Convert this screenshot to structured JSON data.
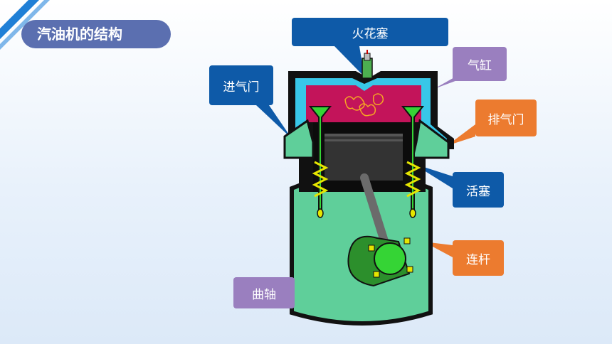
{
  "title": "汽油机的结构",
  "labels": {
    "spark_plug": "火花塞",
    "cylinder": "气缸",
    "intake_valve": "进气门",
    "exhaust_valve": "排气门",
    "piston": "活塞",
    "connecting_rod": "连杆",
    "crankshaft": "曲轴"
  },
  "colors": {
    "title_bg": "#5b6fb0",
    "callout_blue": "#0e5aa8",
    "callout_purple": "#9a7fbf",
    "callout_orange": "#ec7b2f",
    "engine_green": "#5fcf9a",
    "combustion_red": "#c3145a"
  }
}
